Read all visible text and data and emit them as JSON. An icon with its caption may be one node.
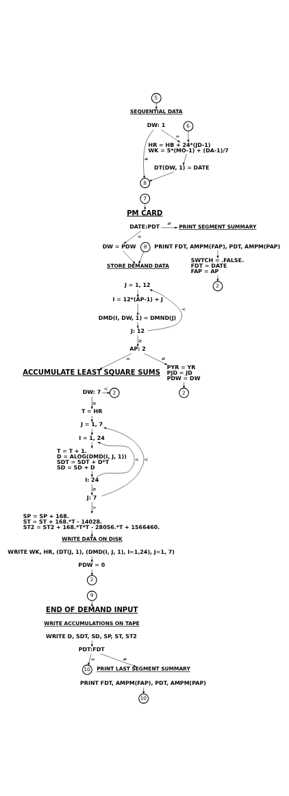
{
  "diagram": {
    "nodes": [
      {
        "text": [
          "5"
        ]
      },
      {
        "text": [
          "SEQUENTIAL DATA"
        ]
      },
      {
        "text": [
          "DW: 1"
        ]
      },
      {
        "text": [
          "6"
        ]
      },
      {
        "text": [
          "HR = HB + 24*(JD-1)",
          "WK = 5*(MO-1) + (DA-1)/7"
        ]
      },
      {
        "text": [
          "DT(DW, 1) = DATE"
        ]
      },
      {
        "text": [
          "8"
        ]
      },
      {
        "text": [
          "7"
        ]
      },
      {
        "text": [
          "PM CARD"
        ]
      },
      {
        "text": [
          "DATE:PDT"
        ]
      },
      {
        "text": [
          "PRINT SEGMENT SUMMARY"
        ]
      },
      {
        "text": [
          "PRINT FDT, AMPM(FAP), PDT, AMPM(PAP)"
        ]
      },
      {
        "text": [
          "SWTCH = .FALSE.",
          "FDT = DATE",
          "FAP = AP"
        ]
      },
      {
        "text": [
          "2"
        ]
      },
      {
        "text": [
          "DW = PDW"
        ]
      },
      {
        "text": [
          "8"
        ]
      },
      {
        "text": [
          "STORE DEMAND DATA"
        ]
      },
      {
        "text": [
          "J = 1, 12"
        ]
      },
      {
        "text": [
          "I = 12*(AP-1) + J"
        ]
      },
      {
        "text": [
          "DMD(I, DW, 1) = DMND(J)"
        ]
      },
      {
        "text": [
          "J: 12"
        ]
      },
      {
        "text": [
          "AP: 2"
        ]
      },
      {
        "text": [
          "ACCUMULATE LEAST SQUARE SUMS"
        ]
      },
      {
        "text": [
          "DW: 7"
        ]
      },
      {
        "text": [
          "2"
        ]
      },
      {
        "text": [
          "PYR = YR",
          "PJD = JD",
          "PDW = DW"
        ]
      },
      {
        "text": [
          "2"
        ]
      },
      {
        "text": [
          "T = HR"
        ]
      },
      {
        "text": [
          "J = 1, 7"
        ]
      },
      {
        "text": [
          "I = 1, 24"
        ]
      },
      {
        "text": [
          "T = T + 1.",
          "D = ALOG(DMD(I, J, 1))",
          "SDT = SDT + D*T",
          "SD = SD + D"
        ]
      },
      {
        "text": [
          "I: 24"
        ]
      },
      {
        "text": [
          "J: 7"
        ]
      },
      {
        "text": [
          "SP = SP + 168.",
          "ST = ST + 168.*T - 14028.",
          "ST2 = ST2 + 168.*T*T - 28056.*T + 1566460."
        ]
      },
      {
        "text": [
          "WRITE DATA ON DISK"
        ]
      },
      {
        "text": [
          "WRITE WK, HR, (DT(J, 1), (DMD(I, J, 1), I=1,24), J=1, 7)"
        ]
      },
      {
        "text": [
          "PDW = 0"
        ]
      },
      {
        "text": [
          "2"
        ]
      },
      {
        "text": [
          "9"
        ]
      },
      {
        "text": [
          "END OF DEMAND INPUT"
        ]
      },
      {
        "text": [
          "WRITE ACCUMULATIONS ON TAPE"
        ]
      },
      {
        "text": [
          "WRITE D, SDT, SD, SP, ST, ST2"
        ]
      },
      {
        "text": [
          "PDT:FDT"
        ]
      },
      {
        "text": [
          "10"
        ]
      },
      {
        "text": [
          "PRINT LAST SEGMENT SUMMARY"
        ]
      },
      {
        "text": [
          "PRINT FDT, AMPM(FAP), PDT, AMPM(PAP)"
        ]
      },
      {
        "text": [
          "10"
        ]
      }
    ],
    "edges": [
      {
        "from": 0,
        "to": 1,
        "arrow": "to"
      },
      {
        "from": 2,
        "to": 4,
        "label": "=",
        "arrow": "to"
      },
      {
        "from": 2,
        "to": 6,
        "label": "≠",
        "arrow": "to"
      },
      {
        "from": 3,
        "to": 4,
        "arrow": "to"
      },
      {
        "from": 4,
        "to": 5,
        "arrow": "to"
      },
      {
        "from": 5,
        "to": 6,
        "arrow": "to"
      },
      {
        "from": 7,
        "to": 8,
        "arrow": "to"
      },
      {
        "from": 9,
        "to": 10,
        "label": "≠",
        "arrow": "to"
      },
      {
        "from": 9,
        "to": 14,
        "label": "=",
        "arrow": "to"
      },
      {
        "from": 11,
        "to": 12,
        "arrow": "to"
      },
      {
        "from": 12,
        "to": 13,
        "arrow": "to"
      },
      {
        "from": 14,
        "to": 16,
        "arrow": "to"
      },
      {
        "from": 15,
        "to": 16,
        "arrow": "to"
      },
      {
        "from": 17,
        "to": 18,
        "arrow": "to"
      },
      {
        "from": 18,
        "to": 19,
        "arrow": "to"
      },
      {
        "from": 19,
        "to": 20,
        "arrow": "to"
      },
      {
        "from": 20,
        "to": 17,
        "label": "<",
        "arrow": "to"
      },
      {
        "from": 20,
        "to": 21,
        "label": "≥",
        "arrow": "to"
      },
      {
        "from": 21,
        "to": 22,
        "label": "=",
        "arrow": "to"
      },
      {
        "from": 21,
        "to": 25,
        "label": "≠",
        "arrow": "to"
      },
      {
        "from": 23,
        "to": 24,
        "label": "<",
        "arrow": "to"
      },
      {
        "from": 23,
        "to": 27,
        "label": "≥",
        "arrow": "to"
      },
      {
        "from": 25,
        "to": 26,
        "arrow": "to"
      },
      {
        "from": 27,
        "to": 28,
        "arrow": "to"
      },
      {
        "from": 28,
        "to": 29,
        "arrow": "to"
      },
      {
        "from": 29,
        "to": 30,
        "arrow": "to"
      },
      {
        "from": 30,
        "to": 31,
        "arrow": "to"
      },
      {
        "from": 31,
        "to": 29,
        "label": "<",
        "arrow": "to"
      },
      {
        "from": 31,
        "to": 32,
        "label": "≥",
        "arrow": "to"
      },
      {
        "from": 32,
        "to": 28,
        "label": "<",
        "arrow": "to"
      },
      {
        "from": 32,
        "to": 33,
        "label": ">",
        "arrow": "to"
      },
      {
        "from": 33,
        "to": 34,
        "arrow": "to"
      },
      {
        "from": 35,
        "to": 36,
        "arrow": "to"
      },
      {
        "from": 36,
        "to": 37,
        "arrow": "to"
      },
      {
        "from": 38,
        "to": 39,
        "arrow": "to"
      },
      {
        "from": 41,
        "to": 42,
        "arrow": "to"
      },
      {
        "from": 42,
        "to": 43,
        "label": "=",
        "arrow": "to"
      },
      {
        "from": 42,
        "to": 44,
        "label": "≠",
        "arrow": "to"
      },
      {
        "from": 45,
        "to": 46,
        "arrow": "to"
      }
    ]
  }
}
